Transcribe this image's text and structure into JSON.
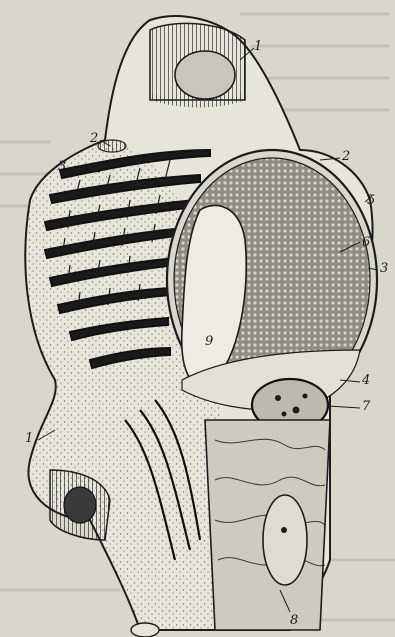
{
  "figure": {
    "labels": {
      "l1_top": "1",
      "l2_top": "2",
      "l3_left": "3",
      "l2_right": "2",
      "l5": "5",
      "l6": "6",
      "l3_right": "3",
      "l9": "9",
      "l4": "4",
      "l7": "7",
      "l1_left": "1",
      "l8": "8"
    }
  }
}
